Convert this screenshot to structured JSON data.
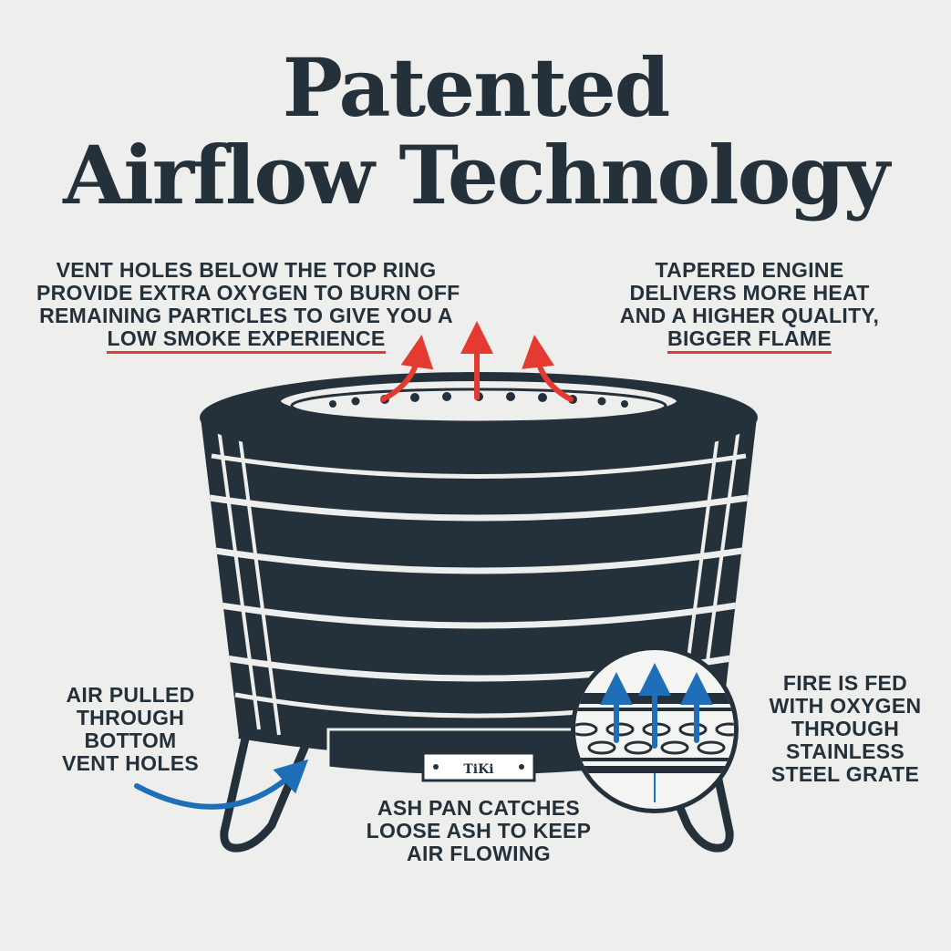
{
  "title": {
    "line1": "Patented",
    "line2": "Airflow Technology"
  },
  "callouts": {
    "vent_holes": {
      "lines": [
        "VENT HOLES BELOW THE TOP RING",
        "PROVIDE EXTRA OXYGEN TO BURN OFF",
        "REMAINING PARTICLES TO GIVE YOU A"
      ],
      "highlight": "LOW SMOKE EXPERIENCE"
    },
    "tapered_engine": {
      "lines": [
        "TAPERED ENGINE",
        "DELIVERS MORE HEAT",
        "AND A HIGHER QUALITY,"
      ],
      "highlight": "BIGGER FLAME"
    },
    "air_pulled": {
      "lines": [
        "AIR PULLED",
        "THROUGH",
        "BOTTOM",
        "VENT HOLES"
      ]
    },
    "fire_fed": {
      "lines": [
        "FIRE IS FED",
        "WITH OXYGEN",
        "THROUGH",
        "STAINLESS",
        "STEEL GRATE"
      ]
    },
    "ash_pan": {
      "lines": [
        "ASH PAN CATCHES",
        "LOOSE ASH TO KEEP",
        "AIR FLOWING"
      ]
    }
  },
  "logo_text": "TiKi",
  "colors": {
    "background": "#eeeeec",
    "ink": "#24313b",
    "accent_red": "#e53a31",
    "accent_blue": "#1f6fb8"
  },
  "icons": [
    "red-up-arrow-icon",
    "blue-curved-arrow-icon",
    "blue-up-arrow-icon"
  ]
}
